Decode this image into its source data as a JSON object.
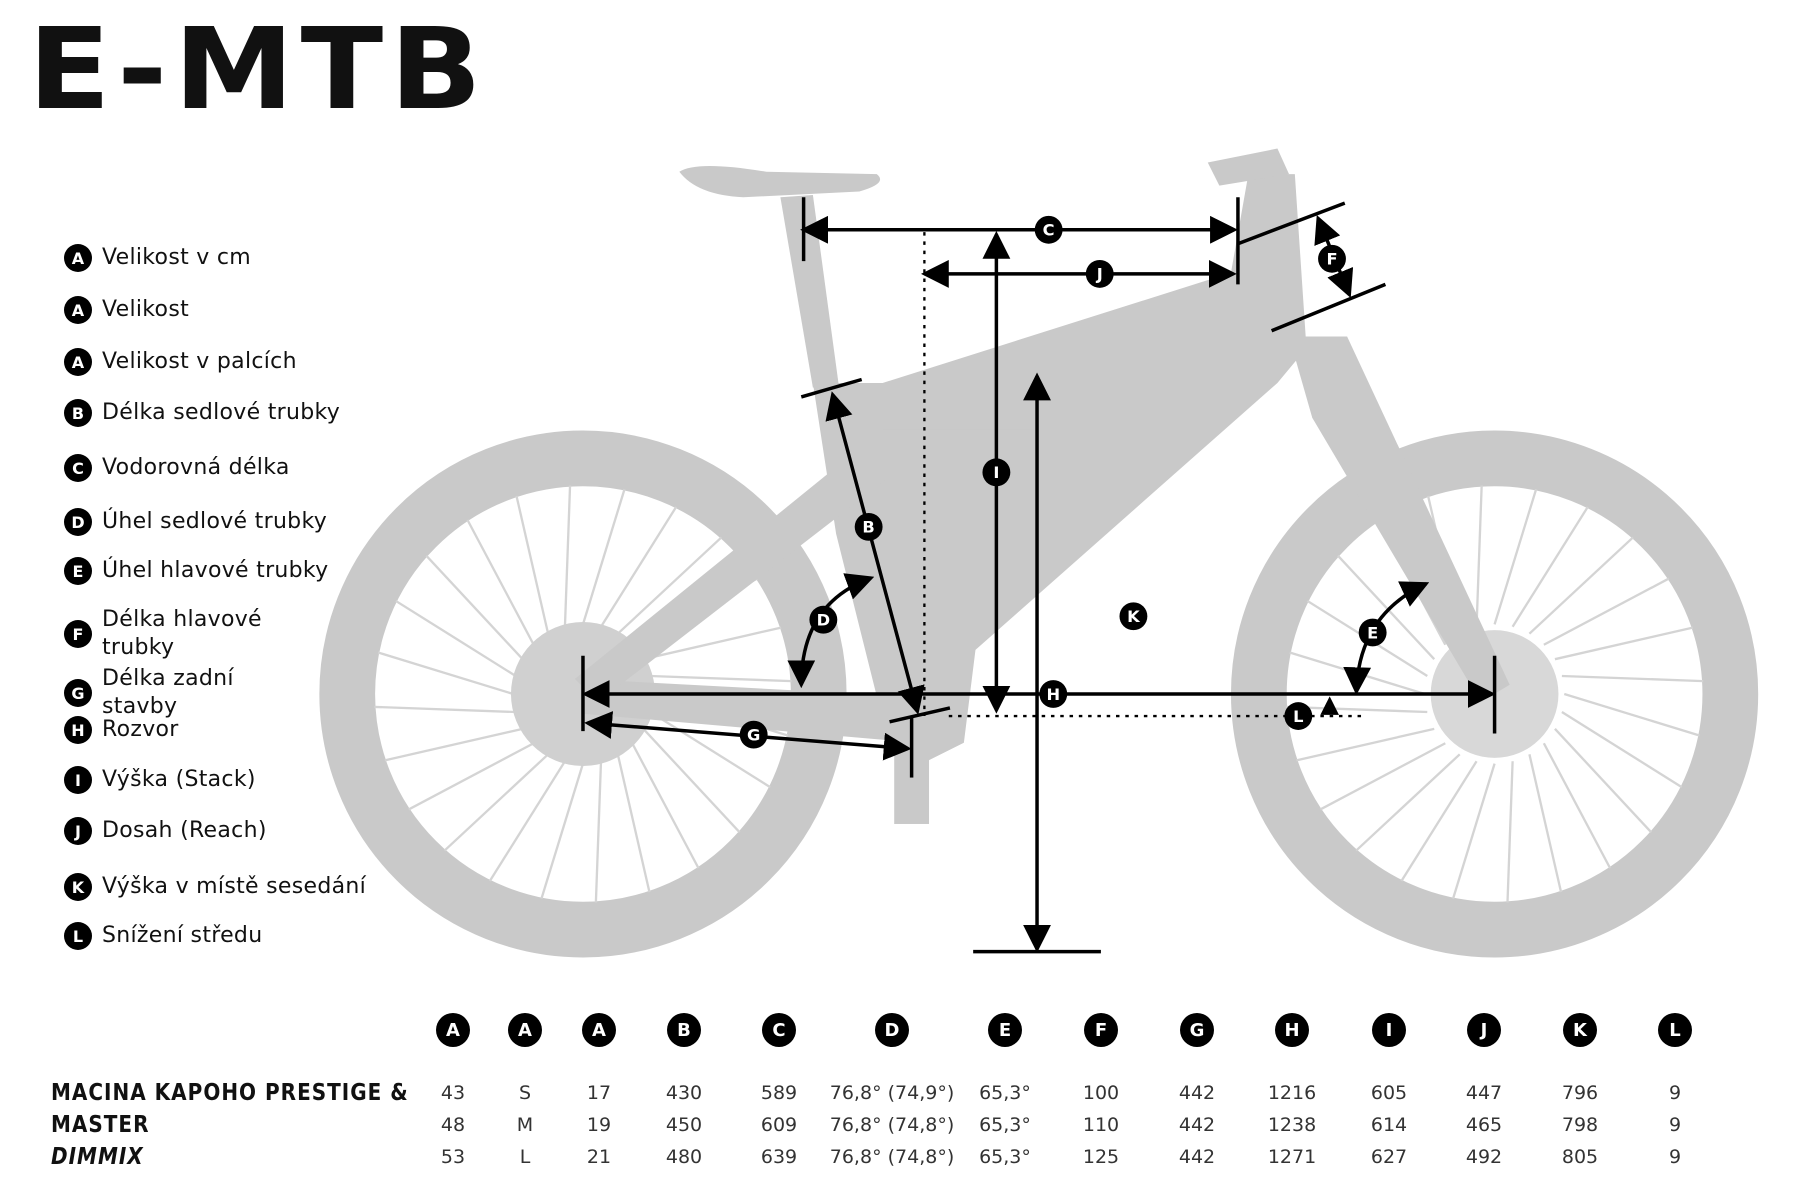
{
  "title": "E-MTB",
  "legend": [
    {
      "letter": "A",
      "label": "Velikost v cm"
    },
    {
      "letter": "A",
      "label": "Velikost"
    },
    {
      "letter": "A",
      "label": "Velikost v palcích"
    },
    {
      "letter": "B",
      "label": "Délka sedlové trubky"
    },
    {
      "letter": "C",
      "label": "Vodorovná délka"
    },
    {
      "letter": "D",
      "label": "Úhel sedlové trubky"
    },
    {
      "letter": "E",
      "label": "Úhel hlavové trubky"
    },
    {
      "letter": "F",
      "label": "Délka hlavové trubky"
    },
    {
      "letter": "G",
      "label": "Délka zadní stavby"
    },
    {
      "letter": "H",
      "label": "Rozvor"
    },
    {
      "letter": "I",
      "label": "Výška (Stack)"
    },
    {
      "letter": "J",
      "label": "Dosah (Reach)"
    },
    {
      "letter": "K",
      "label": "Výška v místě sesedání"
    },
    {
      "letter": "L",
      "label": "Snížení středu"
    }
  ],
  "diagram_labels": [
    "C",
    "J",
    "F",
    "I",
    "B",
    "D",
    "K",
    "E",
    "H",
    "G",
    "L"
  ],
  "table": {
    "headers": [
      "A",
      "A",
      "A",
      "B",
      "C",
      "D",
      "E",
      "F",
      "G",
      "H",
      "I",
      "J",
      "K",
      "L"
    ],
    "model_lines": [
      "MACINA KAPOHO PRESTIGE &",
      "MASTER",
      "DIMMIX"
    ],
    "rows": [
      [
        "43",
        "S",
        "17",
        "430",
        "589",
        "76,8° (74,9°)",
        "65,3°",
        "100",
        "442",
        "1216",
        "605",
        "447",
        "796",
        "9"
      ],
      [
        "48",
        "M",
        "19",
        "450",
        "609",
        "76,8° (74,8°)",
        "65,3°",
        "110",
        "442",
        "1238",
        "614",
        "465",
        "798",
        "9"
      ],
      [
        "53",
        "L",
        "21",
        "480",
        "639",
        "76,8° (74,8°)",
        "65,3°",
        "125",
        "442",
        "1271",
        "627",
        "492",
        "805",
        "9"
      ]
    ]
  },
  "colors": {
    "bike": "#c9c9c9",
    "ink": "#000000"
  }
}
